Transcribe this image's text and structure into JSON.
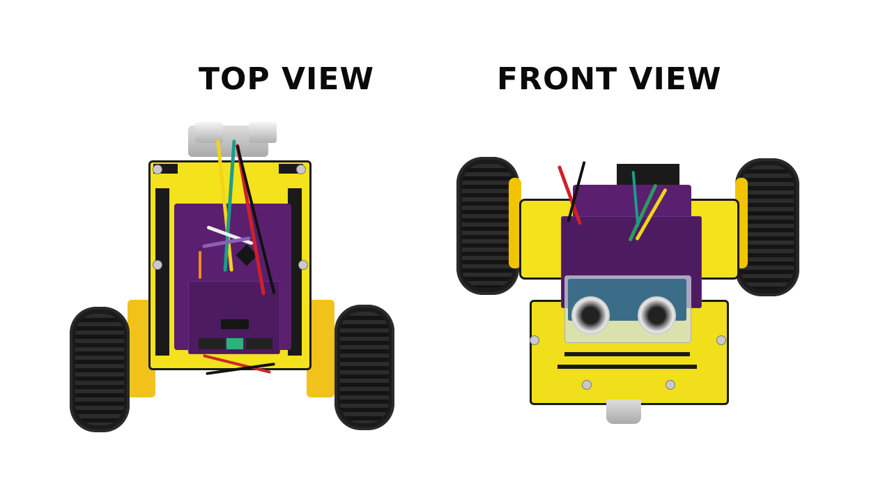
{
  "headings": {
    "top_view": "TOP VIEW",
    "front_view": "FRONT VIEW"
  },
  "images": {
    "top_view_alt": "Robot car kit photographed from top view",
    "front_view_alt": "Robot car kit photographed from front view"
  },
  "colors": {
    "background": "#ffffff",
    "heading": "#0a0a0a",
    "chassis_yellow": "#f3e21c",
    "board_purple": "#5a1f6e",
    "tire_black": "#1b1b1b"
  }
}
